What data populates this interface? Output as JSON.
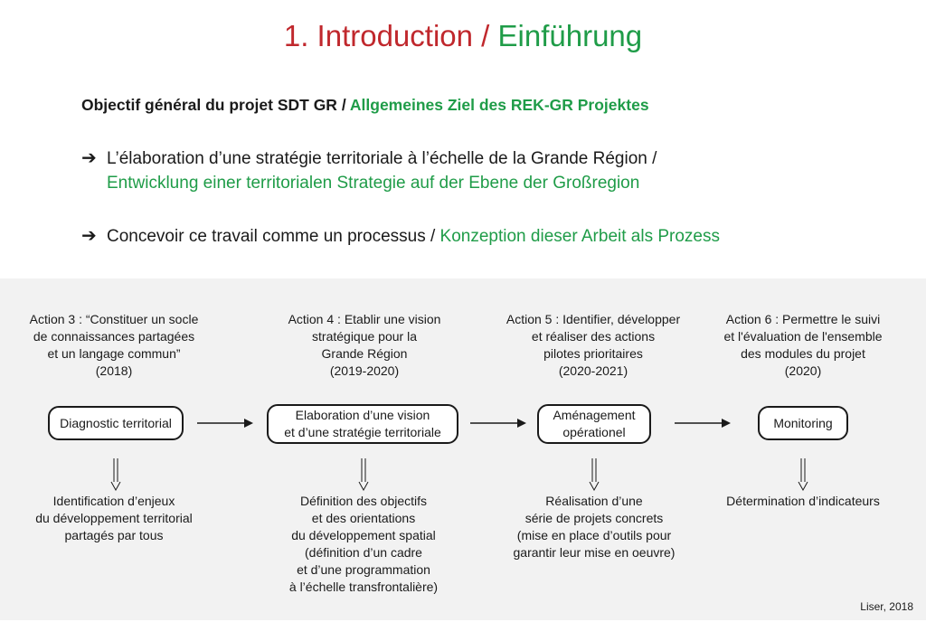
{
  "title": {
    "fr": "1. Introduction",
    "sep": " / ",
    "de": "Einführung"
  },
  "subtitle": {
    "fr": "Objectif général du projet SDT GR",
    "sep": " / ",
    "de": "Allgemeines Ziel des REK-GR Projektes"
  },
  "bullets": [
    {
      "arrow": "➔",
      "fr": "L’élaboration d’une stratégie territoriale à l’échelle de la Grande Région /",
      "de": "Entwicklung einer territorialen Strategie auf der Ebene der Großregion"
    },
    {
      "arrow": "➔",
      "fr": "Concevoir ce travail comme un processus /",
      "de": "Konzeption dieser Arbeit als Prozess"
    }
  ],
  "diagram": {
    "actions": [
      [
        "Action 3 : “Constituer un socle",
        "de connaissances partagées",
        "et un langage commun”",
        "(2018)"
      ],
      [
        "Action 4 : Etablir une vision",
        "stratégique pour la",
        "Grande Région",
        "(2019-2020)"
      ],
      [
        "Action 5 : Identifier, développer",
        "et réaliser des actions",
        "pilotes prioritaires",
        "(2020-2021)"
      ],
      [
        "Action 6 : Permettre le suivi",
        "et l'évaluation de l'ensemble",
        "des modules du projet",
        "(2020)"
      ]
    ],
    "boxes": [
      [
        "Diagnostic territorial"
      ],
      [
        "Elaboration d’une vision",
        "et d’une stratégie territoriale"
      ],
      [
        "Aménagement",
        "opérationel"
      ],
      [
        "Monitoring"
      ]
    ],
    "results": [
      [
        "Identification d’enjeux",
        "du développement territorial",
        "partagés par tous"
      ],
      [
        "Définition des objectifs",
        "et des orientations",
        "du développement spatial",
        "(définition d’un cadre",
        "et d’une programmation",
        "à l’échelle transfrontalière)"
      ],
      [
        "Réalisation d’une",
        "série de projets concrets",
        "(mise en place d’outils pour",
        "garantir leur mise en oeuvre)"
      ],
      [
        "Détermination d’indicateurs"
      ]
    ]
  },
  "credit": "Liser, 2018",
  "colors": {
    "accent_red": "#c0282d",
    "accent_green": "#1f9c48",
    "panel_bg": "#f2f2f2"
  }
}
